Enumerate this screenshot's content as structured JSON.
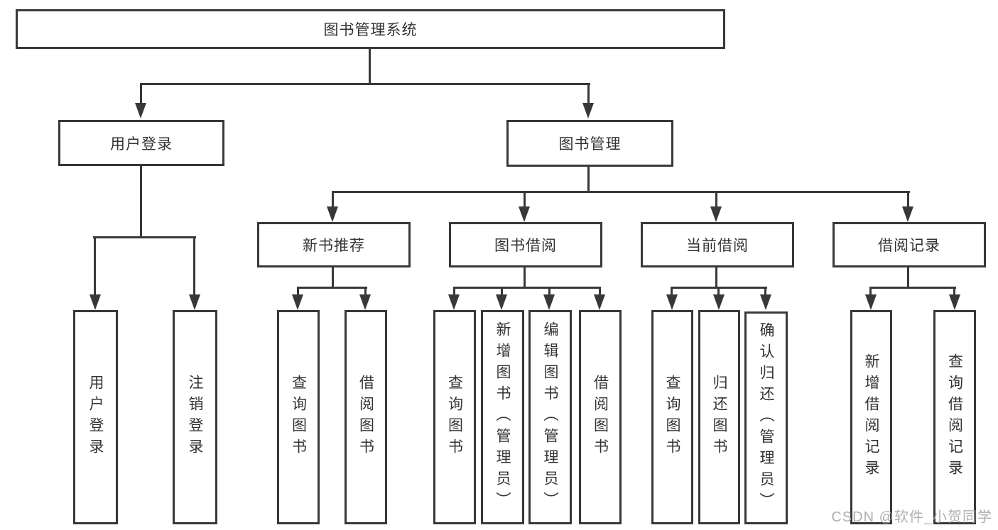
{
  "diagram": {
    "root": {
      "label": "图书管理系统"
    },
    "branches": [
      {
        "label": "用户登录",
        "children": [
          {
            "label": "用户登录"
          },
          {
            "label": "注销登录"
          }
        ]
      },
      {
        "label": "图书管理",
        "children": [
          {
            "label": "新书推荐",
            "children": [
              {
                "label": "查询图书"
              },
              {
                "label": "借阅图书"
              }
            ]
          },
          {
            "label": "图书借阅",
            "children": [
              {
                "label": "查询图书"
              },
              {
                "label": "新增图书（管理员）"
              },
              {
                "label": "编辑图书（管理员）"
              },
              {
                "label": "借阅图书"
              }
            ]
          },
          {
            "label": "当前借阅",
            "children": [
              {
                "label": "查询图书"
              },
              {
                "label": "归还图书"
              },
              {
                "label": "确认归还（管理员）"
              }
            ]
          },
          {
            "label": "借阅记录",
            "children": [
              {
                "label": "新增借阅记录"
              },
              {
                "label": "查询借阅记录"
              }
            ]
          }
        ]
      }
    ]
  },
  "watermark": {
    "text": "CSDN @软件_小贺同学"
  },
  "colors": {
    "line": "#383838",
    "text": "#333333",
    "box_background": "#ffffff",
    "watermark": "#a3a3a3"
  }
}
